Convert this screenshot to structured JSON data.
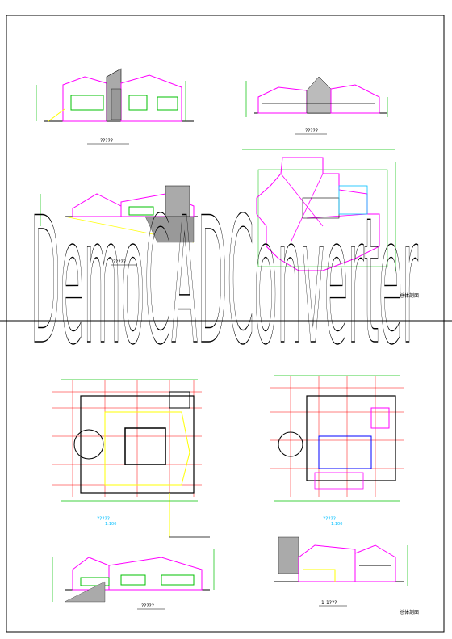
{
  "sheet": {
    "watermark": "DemoCADConverter",
    "titles": {
      "elev_top_left": "?????",
      "elev_top_right": "?????",
      "elev_mid_left": "?????",
      "plan_left": "?????",
      "plan_left_sub": "1:100",
      "plan_right": "?????",
      "plan_right_sub": "1:100",
      "elev_bottom_left": "?????",
      "section_bottom_right": "1-1???",
      "roof_note": "总体剖面",
      "sheet_note": "总体剖面"
    },
    "colors": {
      "magenta": "#ff00ff",
      "green": "#00c000",
      "yellow": "#ffff00",
      "red": "#ff0000",
      "blue": "#0000ff",
      "cyan": "#00bfff",
      "black": "#000000"
    }
  }
}
